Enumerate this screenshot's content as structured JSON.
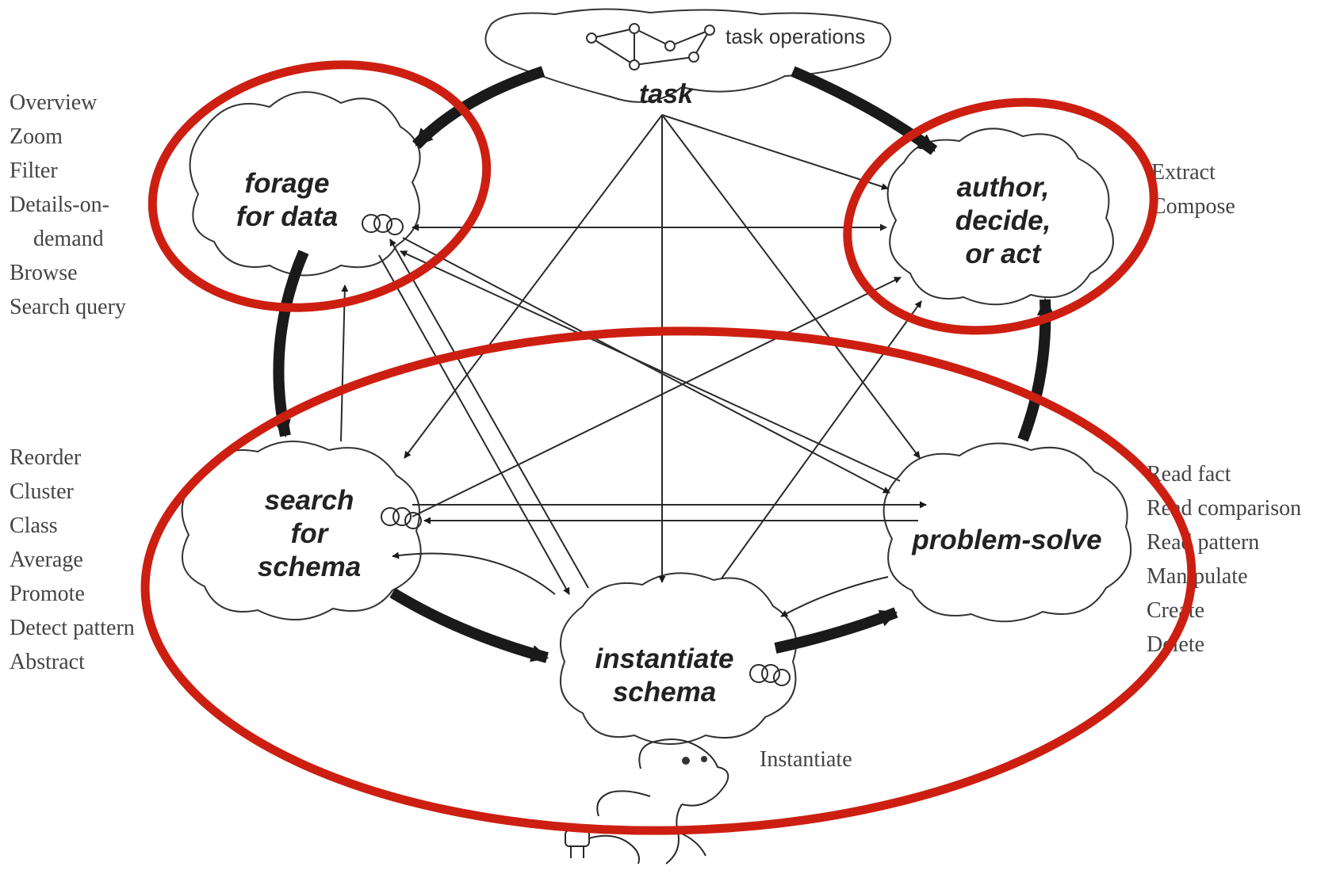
{
  "nodes": {
    "task": "task",
    "task_operations": "task operations",
    "forage": [
      "forage",
      "for data"
    ],
    "author": [
      "author,",
      "decide,",
      "or act"
    ],
    "search": [
      "search",
      "for",
      "schema"
    ],
    "problem": "problem-solve",
    "instantiate": [
      "instantiate",
      "schema"
    ]
  },
  "left_top_ops": [
    "Overview",
    "Zoom",
    "Filter",
    "Details-on-",
    "demand",
    "Browse",
    "Search query"
  ],
  "left_bottom_ops": [
    "Reorder",
    "Cluster",
    "Class",
    "Average",
    "Promote",
    "Detect pattern",
    "Abstract"
  ],
  "right_top_ops": [
    "Extract",
    "Compose"
  ],
  "right_bottom_ops": [
    "Read fact",
    "Read comparison",
    "Read pattern",
    "Manipulate",
    "Create",
    "Delete"
  ],
  "bottom_op": "Instantiate",
  "colors": {
    "highlight": "#cc1f12",
    "ink": "#1a1a1a"
  }
}
